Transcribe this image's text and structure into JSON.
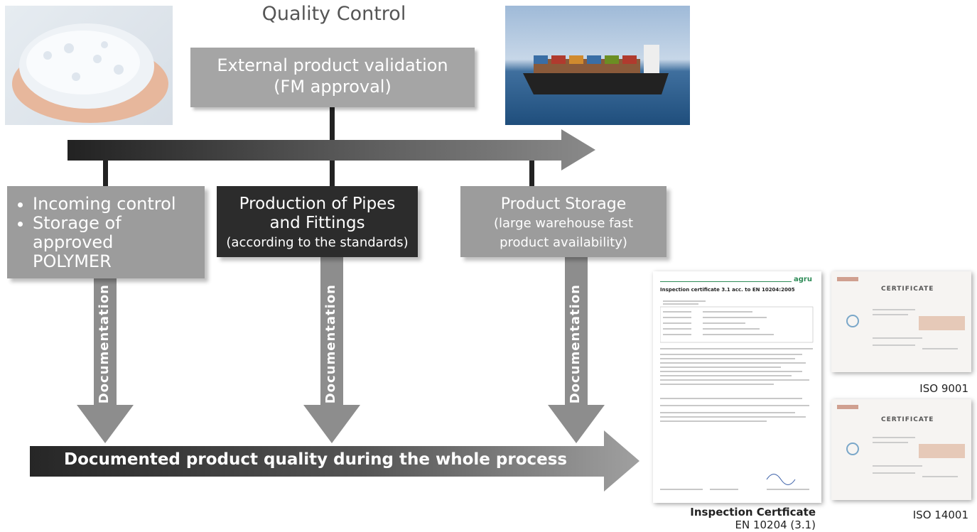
{
  "title": "Quality Control",
  "external_box": {
    "line1": "External product validation",
    "line2": "(FM approval)"
  },
  "boxes": {
    "incoming": {
      "item1": "Incoming control",
      "item2": "Storage of approved POLYMER"
    },
    "production": {
      "line1": "Production of Pipes",
      "line2": "and Fittings",
      "line3": "(according to the standards)"
    },
    "storage": {
      "line1": "Product Storage",
      "line2": "(large warehouse fast",
      "line3": "product availability)"
    }
  },
  "documentation_label": "Documentation",
  "bottom_arrow_text": "Documented product quality during the whole process",
  "certificates": {
    "inspection_heading": "Inspection certificate 3.1 acc. to EN 10204:2005",
    "logo": "agru",
    "cert_word": "CERTIFICATE",
    "iso9001": "ISO 9001",
    "iso14001": "ISO 14001",
    "inspection_label": "Inspection Certficate",
    "inspection_sub": "EN 10204 (3.1)"
  },
  "colors": {
    "dark": "#2c2c2c",
    "grey": "#9c9c9c",
    "arrow_grey": "#8d8d8d",
    "logo_green": "#2e8b57"
  }
}
